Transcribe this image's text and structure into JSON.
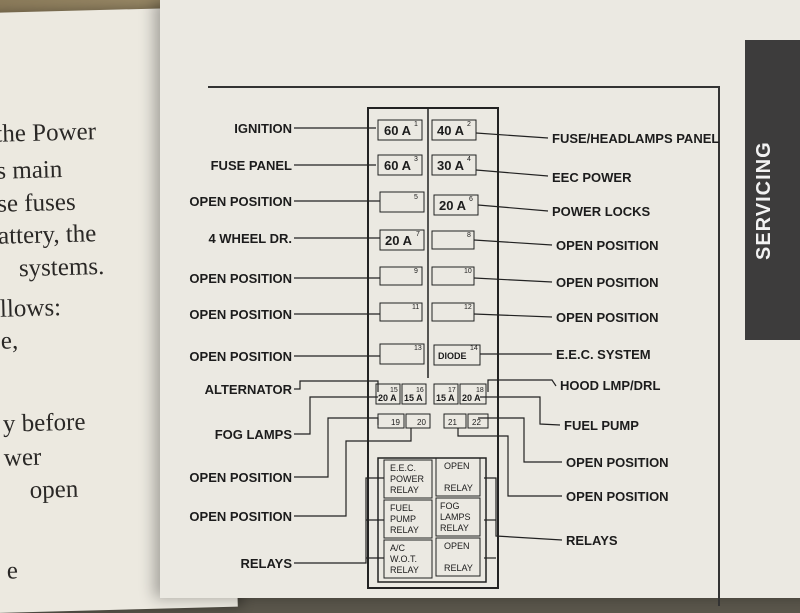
{
  "left_page": {
    "lines": [
      "the Power",
      "s main",
      "se fuses",
      "attery, the",
      "systems.",
      "llows:",
      "e,",
      "y before",
      "wer",
      "open",
      "e"
    ]
  },
  "side_tab": {
    "label": "SERVICING"
  },
  "diagram": {
    "left_labels": [
      "IGNITION",
      "FUSE PANEL",
      "OPEN POSITION",
      "4 WHEEL DR.",
      "OPEN POSITION",
      "OPEN POSITION",
      "OPEN POSITION",
      "ALTERNATOR",
      "FOG LAMPS",
      "OPEN POSITION",
      "OPEN POSITION",
      "RELAYS"
    ],
    "right_labels": [
      "FUSE/HEADLAMPS PANEL",
      "EEC POWER",
      "POWER LOCKS",
      "OPEN POSITION",
      "OPEN POSITION",
      "OPEN POSITION",
      "E.E.C. SYSTEM",
      "HOOD LMP/DRL",
      "FUEL PUMP",
      "OPEN POSITION",
      "OPEN POSITION",
      "RELAYS"
    ],
    "fuses": [
      {
        "num": "1",
        "rating": "60 A"
      },
      {
        "num": "2",
        "rating": "40 A"
      },
      {
        "num": "3",
        "rating": "60 A"
      },
      {
        "num": "4",
        "rating": "30 A"
      },
      {
        "num": "5",
        "rating": ""
      },
      {
        "num": "6",
        "rating": "20 A"
      },
      {
        "num": "7",
        "rating": "20 A"
      },
      {
        "num": "8",
        "rating": ""
      },
      {
        "num": "9",
        "rating": ""
      },
      {
        "num": "10",
        "rating": ""
      },
      {
        "num": "11",
        "rating": ""
      },
      {
        "num": "12",
        "rating": ""
      },
      {
        "num": "13",
        "rating": ""
      },
      {
        "num": "14",
        "rating": "DIODE"
      },
      {
        "num": "15",
        "rating": "20 A"
      },
      {
        "num": "16",
        "rating": "15 A"
      },
      {
        "num": "17",
        "rating": "15 A"
      },
      {
        "num": "18",
        "rating": "20 A"
      },
      {
        "num": "19",
        "rating": ""
      },
      {
        "num": "20",
        "rating": ""
      },
      {
        "num": "21",
        "rating": ""
      },
      {
        "num": "22",
        "rating": ""
      }
    ],
    "relays": [
      [
        "E.E.C.",
        "POWER",
        "RELAY"
      ],
      [
        "OPEN",
        "",
        "RELAY"
      ],
      [
        "FUEL",
        "PUMP",
        "RELAY"
      ],
      [
        "FOG",
        "LAMPS",
        "RELAY"
      ],
      [
        "A/C",
        "W.O.T.",
        "RELAY"
      ],
      [
        "OPEN",
        "",
        "RELAY"
      ]
    ]
  }
}
